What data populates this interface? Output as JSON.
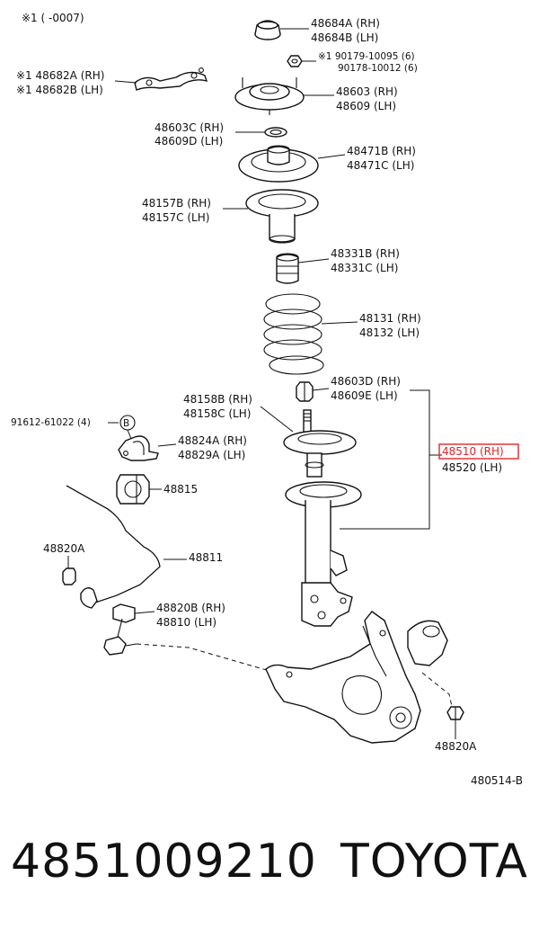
{
  "header_note": "※1 ( -0007)",
  "labels": {
    "p48684": [
      "48684A (RH)",
      "48684B (LH)"
    ],
    "pBolts": [
      "※1 90179-10095 (6)",
      "90178-10012 (6)"
    ],
    "p48682": [
      "※1 48682A (RH)",
      "※1 48682B (LH)"
    ],
    "p48603": [
      "48603 (RH)",
      "48609 (LH)"
    ],
    "p48603C": [
      "48603C (RH)",
      "48609D (LH)"
    ],
    "p48471": [
      "48471B (RH)",
      "48471C (LH)"
    ],
    "p48157": [
      "48157B (RH)",
      "48157C (LH)"
    ],
    "p48331": [
      "48331B (RH)",
      "48331C (LH)"
    ],
    "p48131": [
      "48131 (RH)",
      "48132 (LH)"
    ],
    "p48603D": [
      "48603D (RH)",
      "48609E (LH)"
    ],
    "p48158": [
      "48158B (RH)",
      "48158C (LH)"
    ],
    "p91612": "91612-61022 (4)",
    "callout_b": "B",
    "p48824": [
      "48824A (RH)",
      "48829A (LH)"
    ],
    "p48510_rh": "48510 (RH)",
    "p48520_lh": "48520 (LH)",
    "p48815": "48815",
    "p48820A_left": "48820A",
    "p48811": "48811",
    "p48820B": [
      "48820B (RH)",
      "48810   (LH)"
    ],
    "p48820A_right": "48820A",
    "figure_code": "480514-B"
  },
  "highlight_color": "#e0242a",
  "caption": {
    "part_number": "4851009210",
    "brand": "TOYOTA"
  }
}
